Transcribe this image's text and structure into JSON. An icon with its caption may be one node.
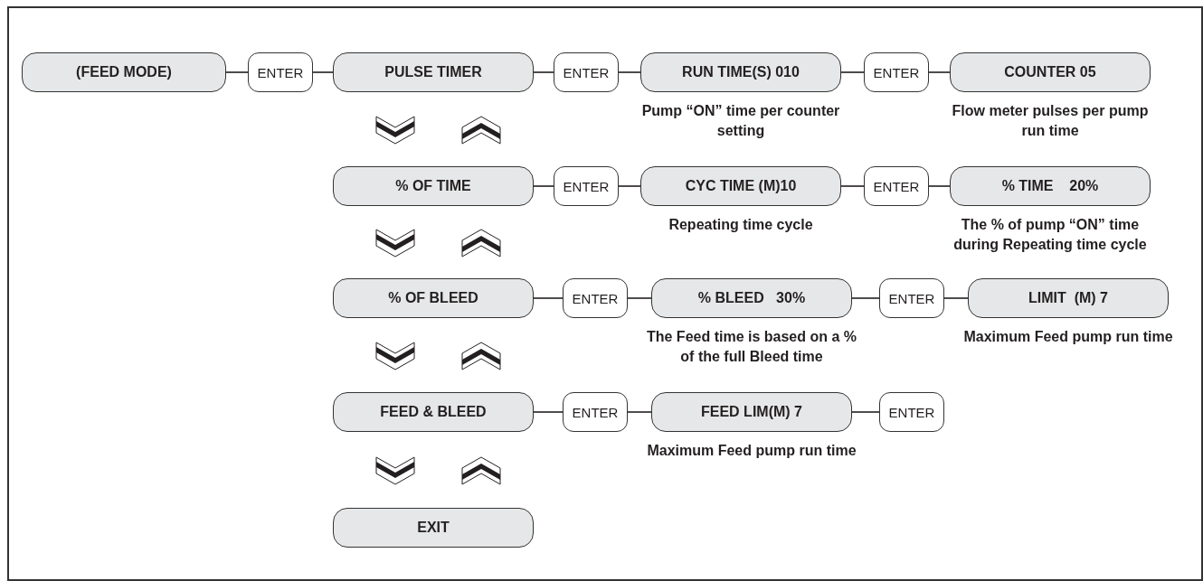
{
  "diagram": {
    "nodes": [
      {
        "text": [
          "(FEED MODE)"
        ]
      },
      {
        "text": [
          "ENTER"
        ]
      },
      {
        "text": [
          "PULSE TIMER"
        ]
      },
      {
        "text": [
          "ENTER"
        ]
      },
      {
        "text": [
          "RUN TIME(S) 010"
        ],
        "beside": [
          "Pump “ON” time per counter setting"
        ]
      },
      {
        "text": [
          "ENTER"
        ]
      },
      {
        "text": [
          "COUNTER 05"
        ],
        "beside": [
          "Flow meter pulses per pump run time"
        ]
      },
      {
        "text": [
          "% OF TIME"
        ]
      },
      {
        "text": [
          "ENTER"
        ]
      },
      {
        "text": [
          "CYC TIME (M)10"
        ],
        "beside": [
          "Repeating time cycle"
        ]
      },
      {
        "text": [
          "ENTER"
        ]
      },
      {
        "text": [
          "% TIME    20%"
        ],
        "beside": [
          "The % of pump “ON” time during Repeating time cycle"
        ]
      },
      {
        "text": [
          "% OF BLEED"
        ]
      },
      {
        "text": [
          "ENTER"
        ]
      },
      {
        "text": [
          "% BLEED   30%"
        ],
        "beside": [
          "The Feed time is based on a % of the full Bleed time"
        ]
      },
      {
        "text": [
          "ENTER"
        ]
      },
      {
        "text": [
          "LIMIT  (M) 7"
        ],
        "beside": [
          "Maximum Feed pump run time"
        ]
      },
      {
        "text": [
          "FEED & BLEED"
        ]
      },
      {
        "text": [
          "ENTER"
        ]
      },
      {
        "text": [
          "FEED LIM(M) 7"
        ],
        "beside": [
          "Maximum Feed pump run time"
        ]
      },
      {
        "text": [
          "ENTER"
        ]
      },
      {
        "text": [
          "EXIT"
        ]
      }
    ],
    "edges": [
      {
        "from": 0,
        "to": 1,
        "arrow": "none"
      },
      {
        "from": 1,
        "to": 2,
        "arrow": "none"
      },
      {
        "from": 2,
        "to": 3,
        "arrow": "none"
      },
      {
        "from": 3,
        "to": 4,
        "arrow": "none"
      },
      {
        "from": 4,
        "to": 5,
        "arrow": "none"
      },
      {
        "from": 5,
        "to": 6,
        "arrow": "none"
      },
      {
        "from": 7,
        "to": 8,
        "arrow": "none"
      },
      {
        "from": 8,
        "to": 9,
        "arrow": "none"
      },
      {
        "from": 9,
        "to": 10,
        "arrow": "none"
      },
      {
        "from": 10,
        "to": 11,
        "arrow": "none"
      },
      {
        "from": 12,
        "to": 13,
        "arrow": "none"
      },
      {
        "from": 13,
        "to": 14,
        "arrow": "none"
      },
      {
        "from": 14,
        "to": 15,
        "arrow": "none"
      },
      {
        "from": 15,
        "to": 16,
        "arrow": "none"
      },
      {
        "from": 17,
        "to": 18,
        "arrow": "none"
      },
      {
        "from": 18,
        "to": 19,
        "arrow": "none"
      },
      {
        "from": 19,
        "to": 20,
        "arrow": "none"
      }
    ]
  }
}
